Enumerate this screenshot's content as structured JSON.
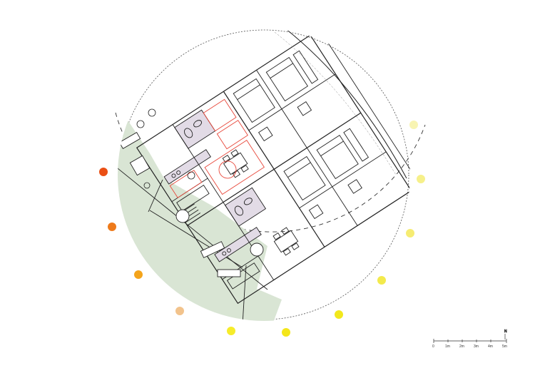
{
  "colors": {
    "garden": "#d9e5d4",
    "wet_room": "#e2dbe6",
    "kitchen": "#e2dbe6",
    "line": "#222222",
    "highlight": "#e8473a",
    "circle_outline": "#555555"
  },
  "sun_path": {
    "colors": [
      "#ea4f14",
      "#ee7a1a",
      "#f4a41b",
      "#f2c38c",
      "#f6ec2a",
      "#f4e61a",
      "#f2e81c",
      "#f3ea4c",
      "#f6ec72",
      "#f6f08a",
      "#f6f198",
      "#f8f4b2"
    ]
  },
  "scale_bar": {
    "labels": [
      "0",
      "1m",
      "2m",
      "3m",
      "4m",
      "5m"
    ]
  },
  "north_arrow": {
    "label": "N",
    "icon": "north-arrow-icon"
  }
}
